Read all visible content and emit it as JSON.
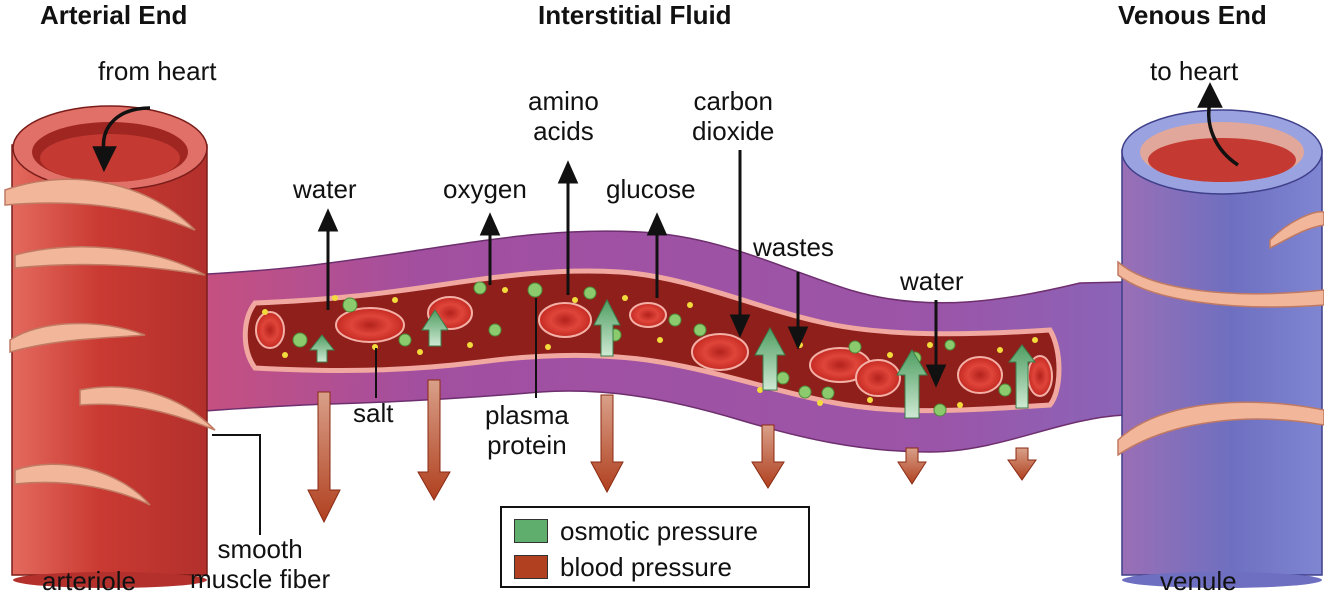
{
  "title_left": "Arterial End",
  "title_center": "Interstitial Fluid",
  "title_right": "Venous End",
  "from_heart": "from heart",
  "to_heart": "to heart",
  "water_1": "water",
  "oxygen": "oxygen",
  "amino_acids": [
    "amino",
    "acids"
  ],
  "glucose": "glucose",
  "carbon_dioxide": [
    "carbon",
    "dioxide"
  ],
  "wastes": "wastes",
  "water_2": "water",
  "salt": "salt",
  "plasma_protein": [
    "plasma",
    "protein"
  ],
  "smooth_muscle": [
    "smooth",
    "muscle fiber"
  ],
  "arteriole": "arteriole",
  "venule": "venule",
  "legend": {
    "osmotic": {
      "label": "osmotic pressure",
      "color": "#5fae6e"
    },
    "blood": {
      "label": "blood pressure",
      "color": "#b0401f"
    }
  },
  "colors": {
    "artery": "#c93a32",
    "vein": "#6e6fc0",
    "capillary_wall": "#9b4fa0",
    "lumen": "#8f1f1a"
  }
}
